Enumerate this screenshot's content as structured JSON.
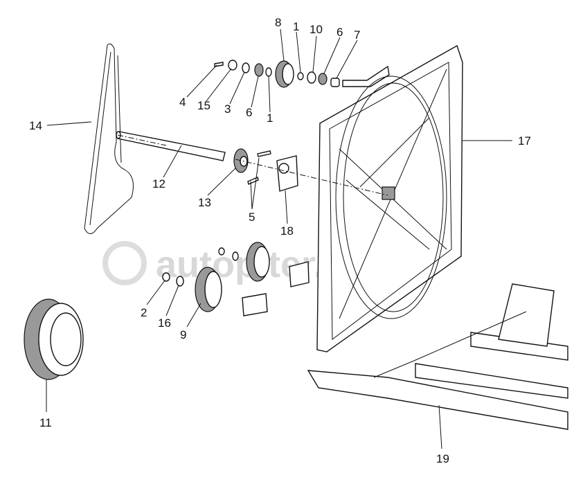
{
  "watermark": "autopiter.ru",
  "callouts": [
    {
      "id": "c8",
      "text": "8"
    },
    {
      "id": "c1a",
      "text": "1"
    },
    {
      "id": "c10",
      "text": "10"
    },
    {
      "id": "c6a",
      "text": "6"
    },
    {
      "id": "c7",
      "text": "7"
    },
    {
      "id": "c4",
      "text": "4"
    },
    {
      "id": "c15",
      "text": "15"
    },
    {
      "id": "c3",
      "text": "3"
    },
    {
      "id": "c6b",
      "text": "6"
    },
    {
      "id": "c1b",
      "text": "1"
    },
    {
      "id": "c14",
      "text": "14"
    },
    {
      "id": "c17",
      "text": "17"
    },
    {
      "id": "c12",
      "text": "12"
    },
    {
      "id": "c13",
      "text": "13"
    },
    {
      "id": "c5",
      "text": "5"
    },
    {
      "id": "c18",
      "text": "18"
    },
    {
      "id": "c2",
      "text": "2"
    },
    {
      "id": "c16",
      "text": "16"
    },
    {
      "id": "c9",
      "text": "9"
    },
    {
      "id": "c11",
      "text": "11"
    },
    {
      "id": "c19",
      "text": "19"
    }
  ]
}
